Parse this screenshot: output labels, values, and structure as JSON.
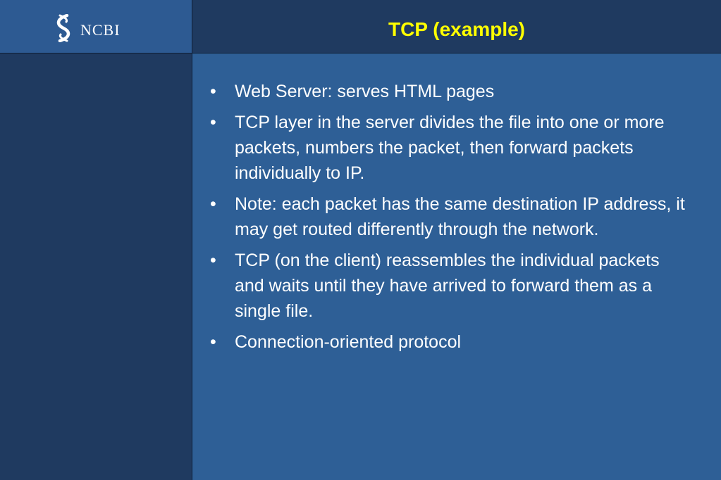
{
  "header": {
    "logo_text": "NCBI",
    "title": "TCP (example)"
  },
  "bullets": [
    "Web Server: serves HTML pages",
    "TCP layer in the server divides the file into one or more packets, numbers the packet, then forward packets individually to IP.",
    "Note: each packet has the same destination IP address, it may get routed differently through the network.",
    "TCP (on the client) reassembles the individual packets and waits until they have arrived to forward them as a single file.",
    "Connection-oriented protocol"
  ],
  "colors": {
    "content_background": "#2e5f96",
    "dark_panel": "#1f3a60",
    "logo_cell": "#2d5a92",
    "title_text": "#ffff00",
    "body_text": "#ffffff"
  },
  "icons": {
    "logo_mark": "dna-helix-icon"
  }
}
